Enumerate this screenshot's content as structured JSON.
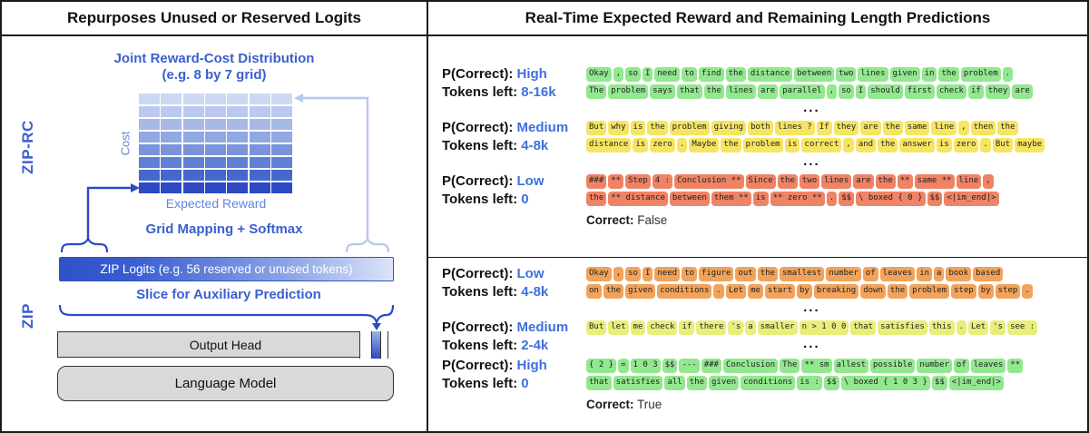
{
  "left_panel": {
    "title": "Repurposes Unused or Reserved Logits",
    "side_labels": {
      "top": "ZIP-RC",
      "bottom": "ZIP"
    },
    "grid": {
      "title_line1": "Joint Reward-Cost Distribution",
      "title_line2": "(e.g. 8 by 7 grid)",
      "rows": 8,
      "cols": 7,
      "row_colors": [
        "#ccd8f4",
        "#bac9ef",
        "#a6b9e9",
        "#91a8e3",
        "#7a94dc",
        "#617fd5",
        "#4667cd",
        "#2b4ac3"
      ],
      "y_axis_label": "Cost",
      "x_axis_label": "Expected Reward"
    },
    "grid_mapping_label": "Grid Mapping + Softmax",
    "zip_logits_label": "ZIP Logits (e.g. 56 reserved or unused tokens)",
    "slice_label": "Slice for Auxiliary Prediction",
    "output_head_label": "Output Head",
    "language_model_label": "Language Model",
    "accent_dark_blue": "#2b4ac3",
    "accent_light_blue": "#b6c7f0"
  },
  "right_panel": {
    "title": "Real-Time Expected Reward and Remaining Length Predictions",
    "examples": [
      {
        "rows": [
          {
            "p_label": "P(Correct):",
            "p_value": "High",
            "t_label": "Tokens left:",
            "t_value": "8-16k",
            "token_bg": "#92e88e",
            "ellipsis": "...",
            "token_lines": [
              [
                "Okay",
                ",",
                "so",
                "I",
                "need",
                "to",
                "find",
                "the",
                "distance",
                "between",
                "two",
                "lines",
                "given",
                "in",
                "the",
                "problem",
                "."
              ],
              [
                "The",
                "problem",
                "says",
                "that",
                "the",
                "lines",
                "are",
                "parallel",
                ",",
                "so",
                "I",
                "should",
                "first",
                "check",
                "if",
                "they",
                "are"
              ]
            ]
          },
          {
            "p_label": "P(Correct):",
            "p_value": "Medium",
            "t_label": "Tokens left:",
            "t_value": "4-8k",
            "token_bg": "#f6e563",
            "ellipsis": "...",
            "token_lines": [
              [
                "But",
                "why",
                "is",
                "the",
                "problem",
                "giving",
                "both",
                "lines ?",
                "If",
                "they",
                "are",
                "the",
                "same",
                "line",
                ",",
                "then",
                "the"
              ],
              [
                "distance",
                "is",
                "zero",
                ".",
                "Maybe",
                "the",
                "problem",
                "is",
                "correct",
                ",",
                "and",
                "the",
                "answer",
                "is",
                "zero",
                ".",
                "But",
                "maybe"
              ]
            ]
          },
          {
            "p_label": "P(Correct):",
            "p_value": "Low",
            "t_label": "Tokens left:",
            "t_value": "0",
            "token_bg": "#ef8365",
            "result_label": "Correct:",
            "result_value": "False",
            "token_lines": [
              [
                "###",
                "**",
                "Step",
                "4 :",
                "Conclusion **",
                "Since",
                "the",
                "two",
                "lines",
                "are",
                "the",
                "**",
                "same **",
                "line",
                ","
              ],
              [
                "the",
                "** distance",
                "between",
                "them **",
                "is",
                "** zero **",
                ".",
                "$$",
                "\\ boxed { 0 }",
                "$$",
                "<|im_end|>"
              ]
            ]
          }
        ]
      },
      {
        "rows": [
          {
            "p_label": "P(Correct):",
            "p_value": "Low",
            "t_label": "Tokens left:",
            "t_value": "4-8k",
            "token_bg": "#f2a35b",
            "ellipsis": "...",
            "token_lines": [
              [
                "Okay",
                ",",
                "so",
                "I",
                "need",
                "to",
                "figure",
                "out",
                "the",
                "smallest",
                "number",
                "of",
                "leaves",
                "in",
                "a",
                "book",
                "based"
              ],
              [
                "on",
                "the",
                "given",
                "conditions",
                ".",
                "Let",
                "me",
                "start",
                "by",
                "breaking",
                "down",
                "the",
                "problem",
                "step",
                "by",
                "step",
                "."
              ]
            ]
          },
          {
            "p_label": "P(Correct):",
            "p_value": "Medium",
            "t_label": "Tokens left:",
            "t_value": "2-4k",
            "token_bg": "#e9ee7a",
            "ellipsis": "...",
            "token_lines": [
              [
                "But",
                "let",
                "me",
                "check",
                "if",
                "there",
                "'s",
                "a",
                "smaller",
                "n > 1 0 0",
                "that",
                "satisfies",
                "this",
                ".",
                "Let",
                "'s",
                "see :"
              ]
            ]
          },
          {
            "p_label": "P(Correct):",
            "p_value": "High",
            "t_label": "Tokens left:",
            "t_value": "0",
            "token_bg": "#92e88e",
            "result_label": "Correct:",
            "result_value": "True",
            "token_lines": [
              [
                "{ 2 }",
                "=",
                "1 0 3",
                "$$",
                "---",
                "###",
                "Conclusion",
                "The",
                "** sm",
                "allest",
                "possible",
                "number",
                "of",
                "leaves",
                "**"
              ],
              [
                "that",
                "satisfies",
                "all",
                "the",
                "given",
                "conditions",
                "is :",
                "$$",
                "\\ boxed { 1 0 3 }",
                "$$",
                "<|im_end|>"
              ]
            ]
          }
        ]
      }
    ]
  }
}
